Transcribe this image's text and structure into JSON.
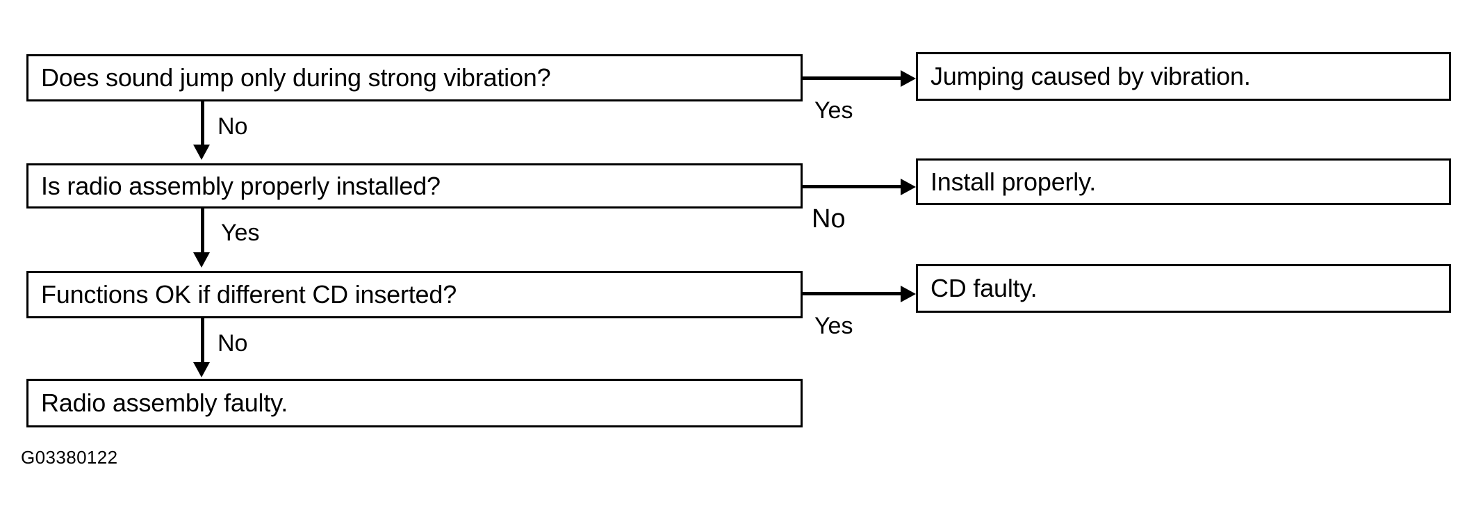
{
  "figure": {
    "caption": "G03380122"
  },
  "nodes": {
    "question_1": "Does sound jump only during strong vibration?",
    "question_2": "Is radio assembly properly installed?",
    "question_3": "Functions OK if different CD inserted?",
    "result": "Radio assembly faulty.",
    "outcome_1": "Jumping caused by vibration.",
    "outcome_2": "Install properly.",
    "outcome_3": "CD faulty."
  },
  "edges": {
    "q1_to_outcome1": "Yes",
    "q1_to_q2": "No",
    "q2_to_outcome2": "No",
    "q2_to_q3": "Yes",
    "q3_to_outcome3": "Yes",
    "q3_to_result": "No"
  },
  "colors": {
    "stroke": "#000000",
    "fill": "#ffffff",
    "text": "#000000"
  }
}
